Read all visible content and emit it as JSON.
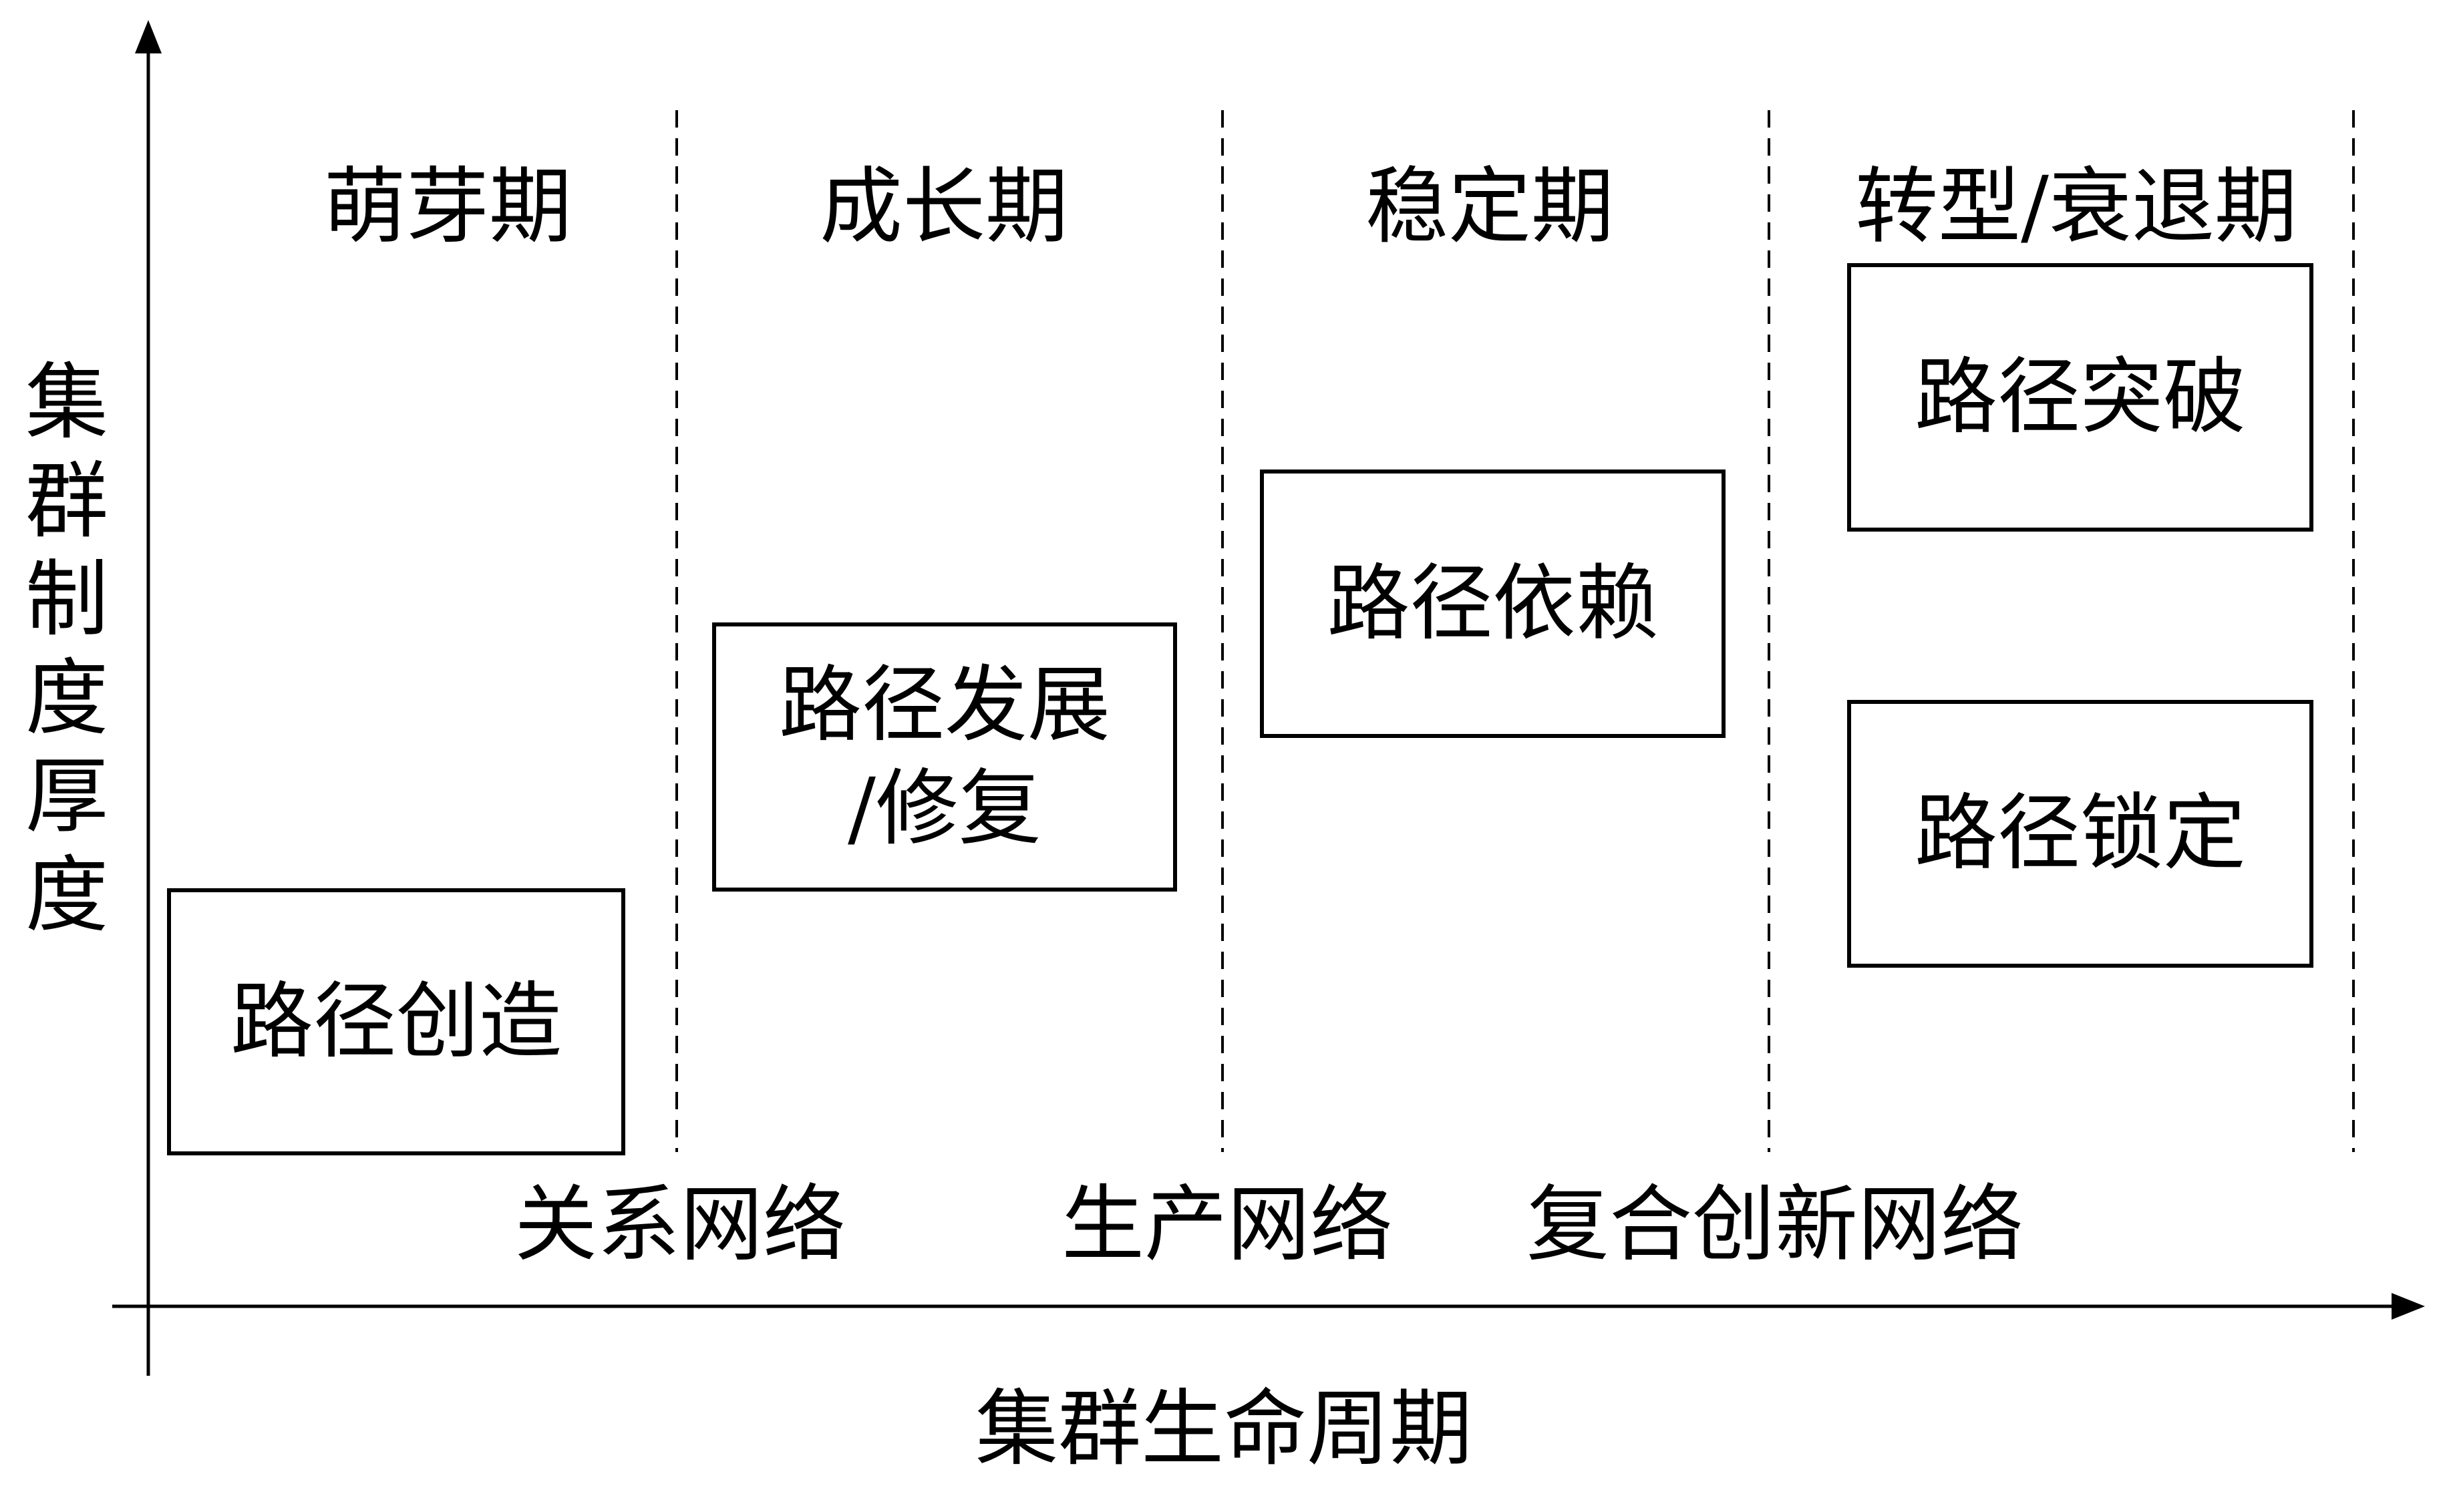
{
  "axes": {
    "y_label": "集群制度厚度",
    "x_label": "集群生命周期"
  },
  "phases": [
    {
      "label": "萌芽期"
    },
    {
      "label": "成长期"
    },
    {
      "label": "稳定期"
    },
    {
      "label": "转型/衰退期"
    }
  ],
  "boxes": [
    {
      "label": "路径创造"
    },
    {
      "label": "路径发展\n/修复"
    },
    {
      "label": "路径依赖"
    },
    {
      "label": "路径突破"
    },
    {
      "label": "路径锁定"
    }
  ],
  "networks": [
    {
      "label": "关系网络"
    },
    {
      "label": "生产网络"
    },
    {
      "label": "复合创新网络"
    }
  ]
}
